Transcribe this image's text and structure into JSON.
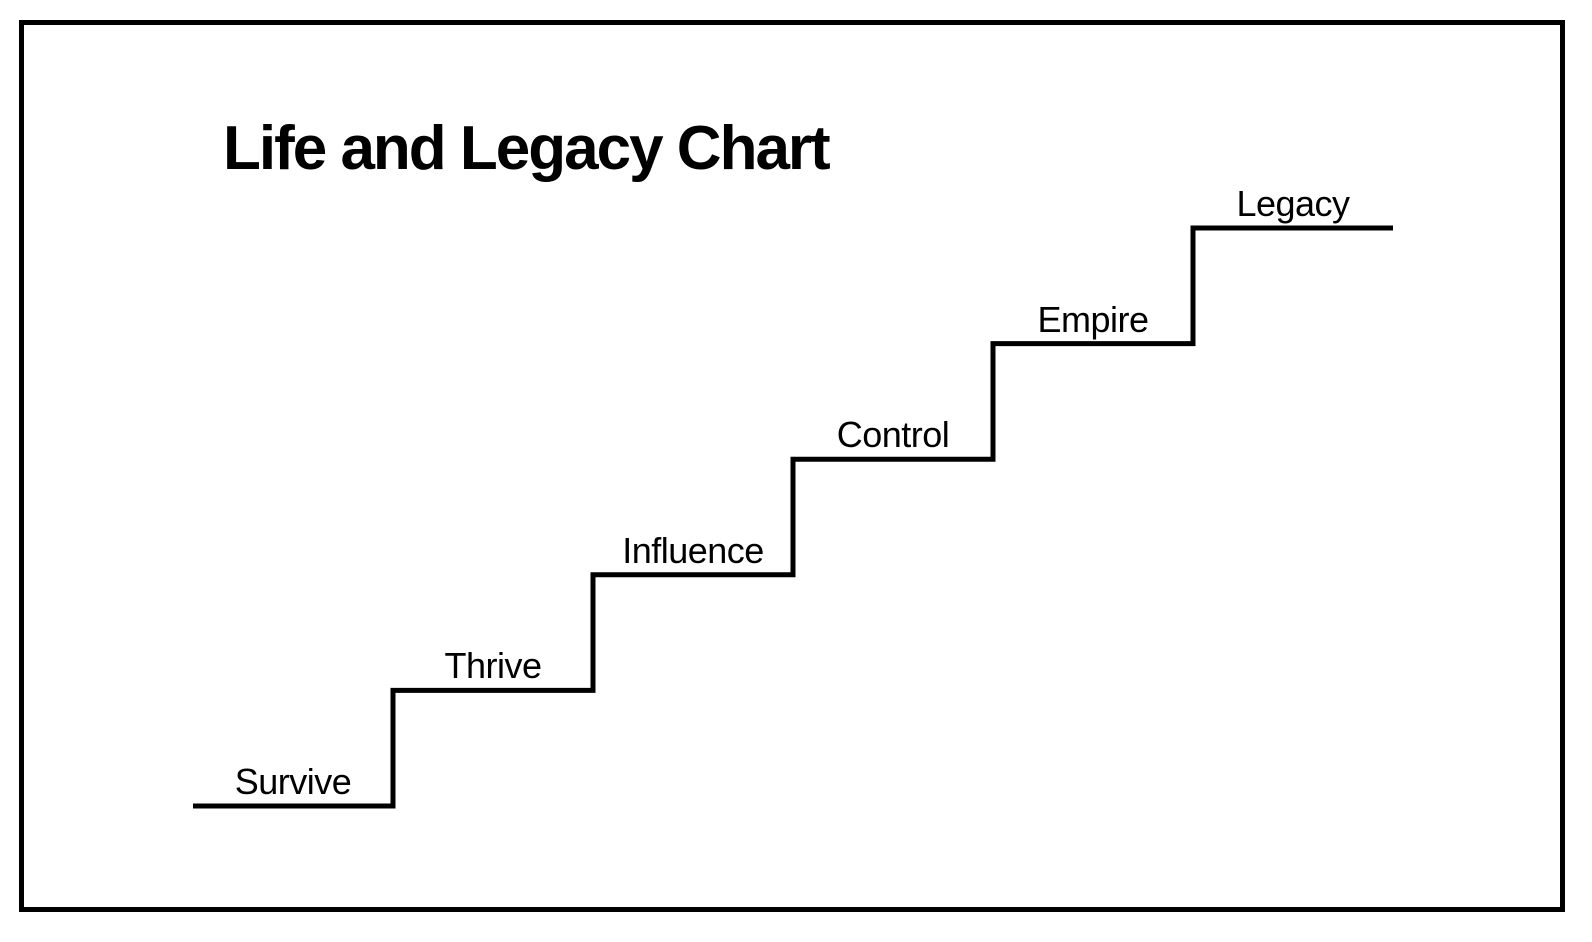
{
  "slide": {
    "title": "Life and Legacy Chart"
  },
  "diagram": {
    "type": "staircase",
    "direction": "ascending-left-to-right",
    "steps": [
      {
        "label": "Survive"
      },
      {
        "label": "Thrive"
      },
      {
        "label": "Influence"
      },
      {
        "label": "Control"
      },
      {
        "label": "Empire"
      },
      {
        "label": "Legacy"
      }
    ]
  },
  "colors": {
    "background": "#ffffff",
    "frame_border": "#000000",
    "line": "#000000",
    "text": "#000000"
  }
}
